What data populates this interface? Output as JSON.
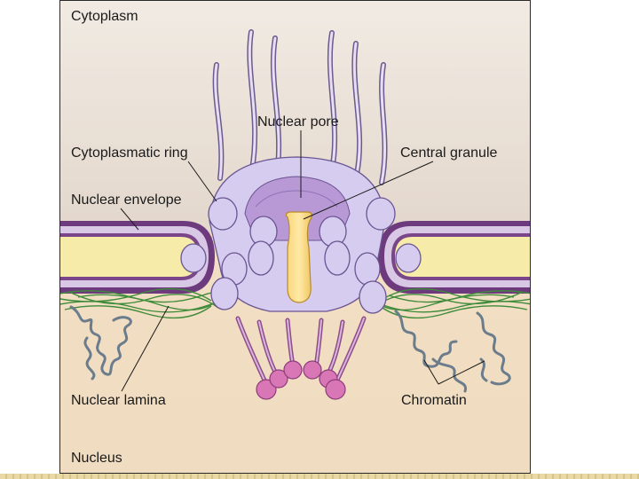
{
  "labels": {
    "cytoplasm": "Cytoplasm",
    "nuclear_pore": "Nuclear pore",
    "cytoplasmatic_ring": "Cytoplasmatic ring",
    "central_granule": "Central granule",
    "nuclear_envelope": "Nuclear envelope",
    "nuclear_lamina": "Nuclear lamina",
    "chromatin": "Chromatin",
    "nucleus": "Nucleus"
  },
  "colors": {
    "cytoplasm_bg": "#ebe0d5",
    "nucleus_bg": "#f0ddc3",
    "envelope_fill": "#f6eba8",
    "envelope_edge": "#6d3b7d",
    "pore_lavender": "#d6ccef",
    "pore_purple": "#b899d6",
    "granule": "#f5d06d",
    "lamina": "#3e8b3a",
    "chromatin": "#6b7c8c",
    "filament": "#8e4d8a",
    "basket_knob": "#d977b6"
  }
}
